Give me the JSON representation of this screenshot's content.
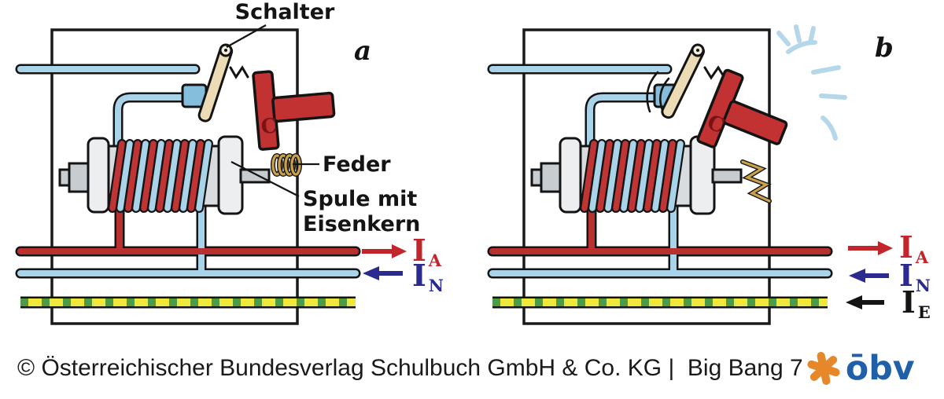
{
  "colors": {
    "outline_black": "#141414",
    "wire_blue": "#a8d3e8",
    "wire_red": "#b83030",
    "label_red": "#c0262b",
    "label_blue": "#2b2b8f",
    "earth_yellow": "#efe73c",
    "earth_green": "#4d9b44",
    "armature_red": "#c23232",
    "lever_tan": "#ecdcb6",
    "logo_orange": "#e6882a",
    "logo_blue": "#2060a8"
  },
  "diagram_a": {
    "letter": "a",
    "schalter_label": "Schalter",
    "feder_label": "Feder",
    "spule_label_line1": "Spule mit",
    "spule_label_line2": "Eisenkern",
    "armature_mark": "C",
    "current_out": {
      "symbol": "I",
      "subscript": "A"
    },
    "current_return": {
      "symbol": "I",
      "subscript": "N"
    }
  },
  "diagram_b": {
    "letter": "b",
    "armature_mark": "C",
    "current_out": {
      "symbol": "I",
      "subscript": "A"
    },
    "current_return": {
      "symbol": "I",
      "subscript": "N"
    },
    "current_earth": {
      "symbol": "I",
      "subscript": "E"
    }
  },
  "footer": {
    "copyright": "© Österreichischer Bundesverlag Schulbuch GmbH & Co. KG |  Big Bang 7",
    "logo_text": "ōbv"
  }
}
